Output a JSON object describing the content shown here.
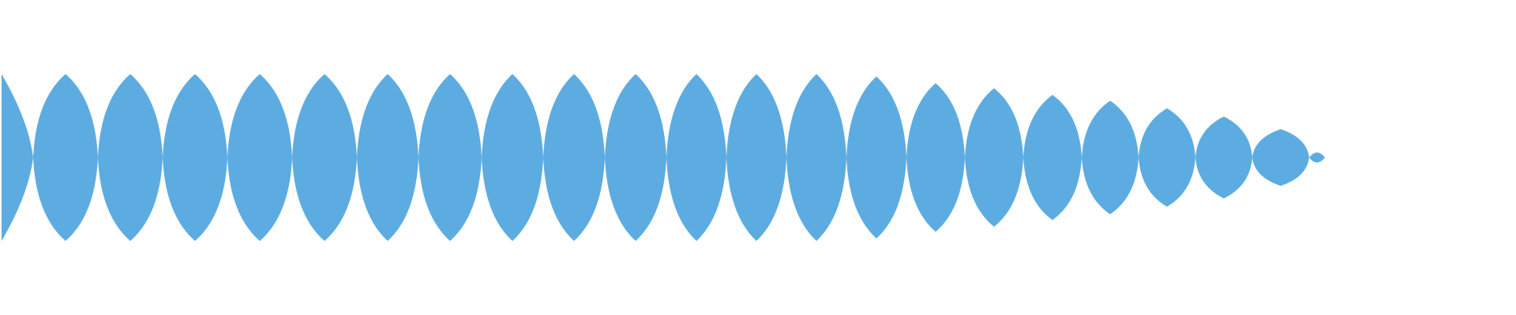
{
  "graphic": {
    "kind": "waveform",
    "fill_color": "#5DACE1",
    "background_color": "#FFFFFF",
    "segment_count": 23,
    "segment_amplitudes": [
      1.0,
      1.0,
      1.0,
      1.0,
      1.0,
      1.0,
      1.0,
      1.0,
      1.0,
      1.0,
      1.0,
      1.0,
      1.0,
      1.0,
      0.97,
      0.89,
      0.83,
      0.75,
      0.68,
      0.59,
      0.49,
      0.34,
      0.1
    ]
  }
}
